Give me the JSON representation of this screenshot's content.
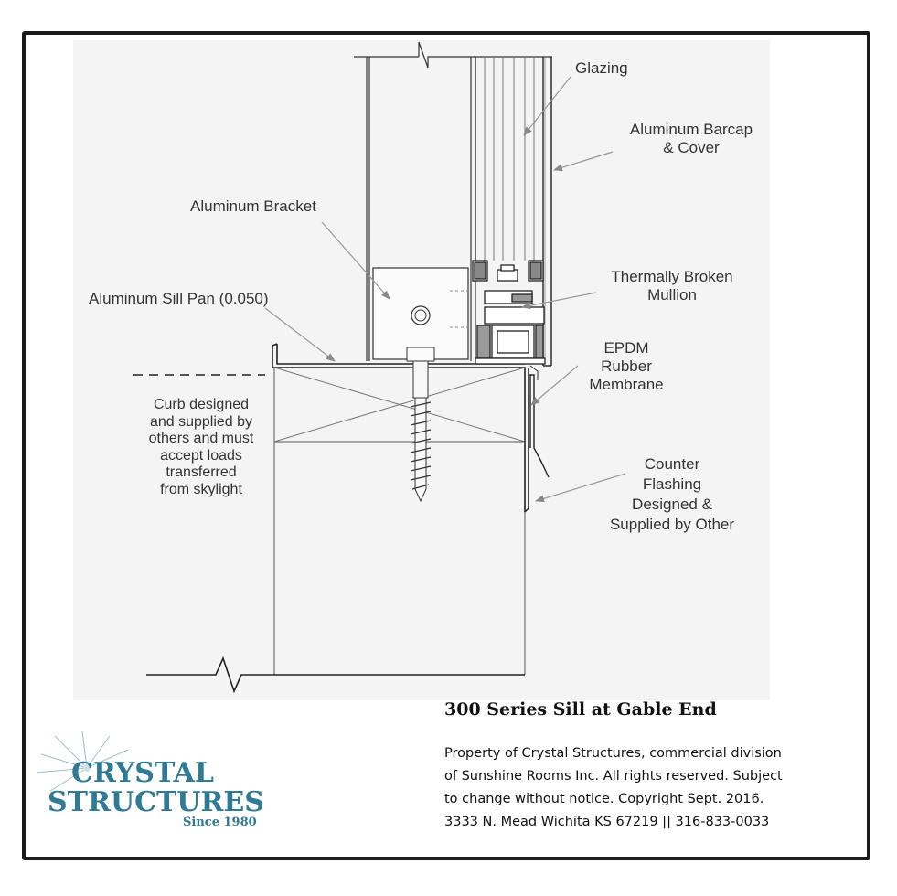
{
  "labels": {
    "glazing": "Glazing",
    "barcap_line1": "Aluminum Barcap",
    "barcap_line2": "& Cover",
    "bracket": "Aluminum Bracket",
    "mullion_line1": "Thermally Broken",
    "mullion_line2": "Mullion",
    "sill_pan": "Aluminum Sill Pan (0.050)",
    "epdm_line1": "EPDM",
    "epdm_line2": "Rubber",
    "epdm_line3": "Membrane",
    "curb_line1": "Curb designed",
    "curb_line2": "and supplied by",
    "curb_line3": "others and must",
    "curb_line4": "accept loads",
    "curb_line5": "transferred",
    "curb_line6": "from skylight",
    "counter_line1": "Counter",
    "counter_line2": "Flashing",
    "counter_line3": "Designed &",
    "counter_line4": "Supplied by Other"
  },
  "title": "300 Series Sill at Gable End",
  "copyright": {
    "line1": "Property of Crystal Structures, commercial division",
    "line2": "of Sunshine Rooms Inc. All rights reserved. Subject",
    "line3": "to change without notice. Copyright Sept. 2016.",
    "line4": "3333 N. Mead Wichita KS  67219  ||  316-833-0033"
  },
  "logo": {
    "word1": "CRYSTAL",
    "word2": "STRUCTURES",
    "since": "Since 1980",
    "color": "#2f7a94"
  },
  "colors": {
    "line": "#333333",
    "leader": "#9a9a9a",
    "background": "#f4f4f4"
  }
}
